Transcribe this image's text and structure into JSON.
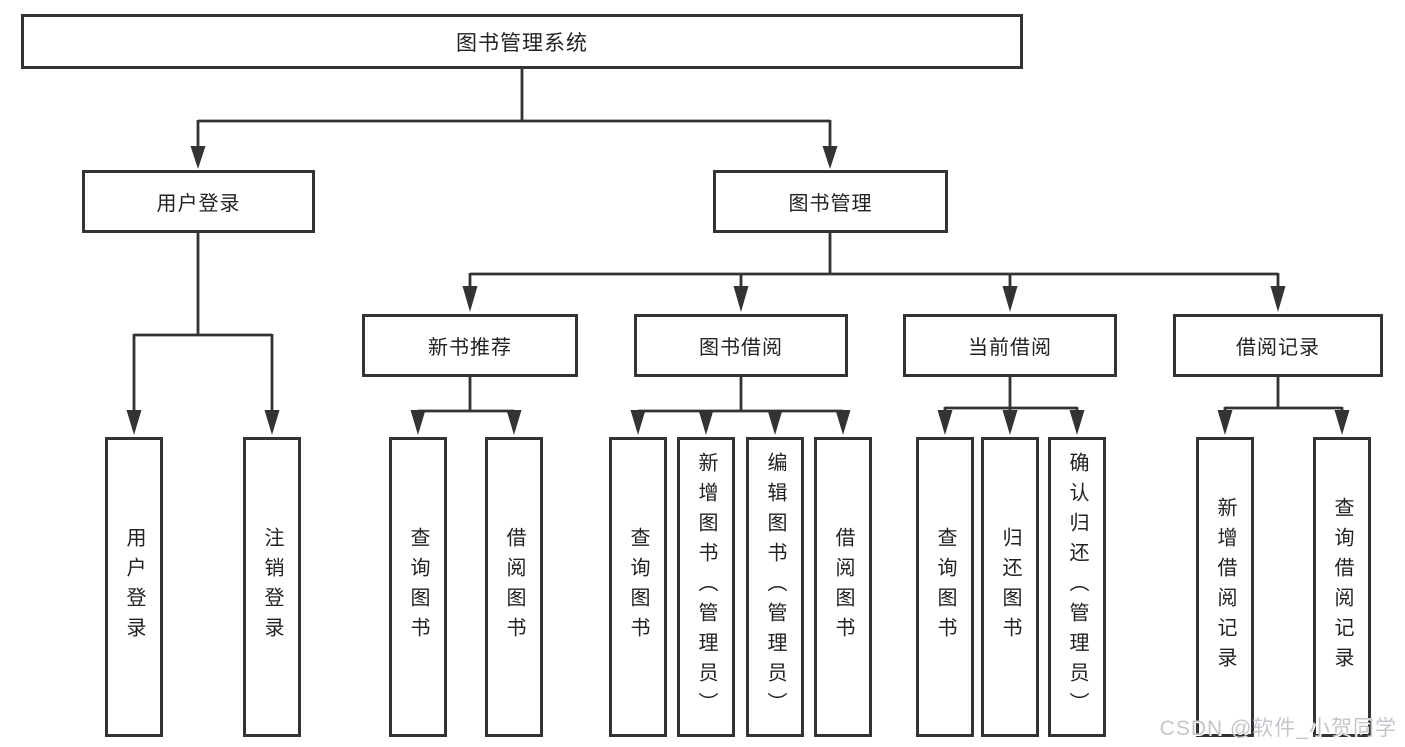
{
  "tree": {
    "label": "图书管理系统",
    "children": [
      {
        "label": "用户登录",
        "children": [
          {
            "label": "用户登录"
          },
          {
            "label": "注销登录"
          }
        ]
      },
      {
        "label": "图书管理",
        "children": [
          {
            "label": "新书推荐",
            "children": [
              {
                "label": "查询图书"
              },
              {
                "label": "借阅图书"
              }
            ]
          },
          {
            "label": "图书借阅",
            "children": [
              {
                "label": "查询图书"
              },
              {
                "label": "新增图书（管理员）"
              },
              {
                "label": "编辑图书（管理员）"
              },
              {
                "label": "借阅图书"
              }
            ]
          },
          {
            "label": "当前借阅",
            "children": [
              {
                "label": "查询图书"
              },
              {
                "label": "归还图书"
              },
              {
                "label": "确认归还（管理员）"
              }
            ]
          },
          {
            "label": "借阅记录",
            "children": [
              {
                "label": "新增借阅记录"
              },
              {
                "label": "查询借阅记录"
              }
            ]
          }
        ]
      }
    ]
  },
  "watermark": "CSDN @软件_小贺同学",
  "colors": {
    "line": "#333333",
    "text": "#222222",
    "watermark": "#c3c7cc",
    "background": "#ffffff"
  }
}
